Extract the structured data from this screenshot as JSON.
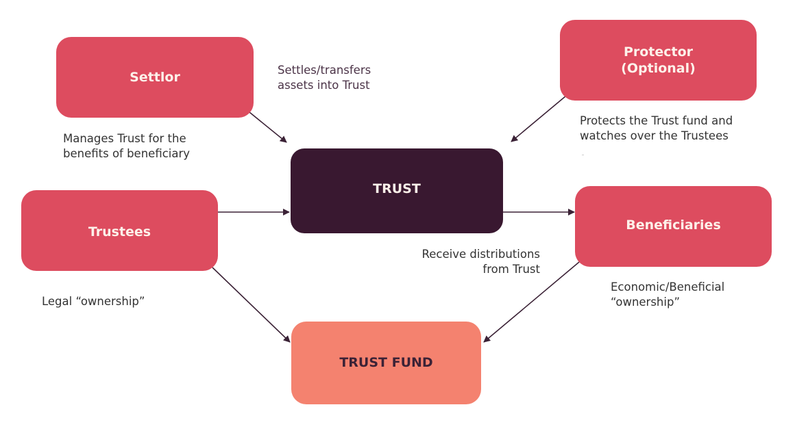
{
  "diagram": {
    "title": "Trust structure",
    "colors": {
      "party_box": "#dd4c5f",
      "trust_box": "#391830",
      "fund_box": "#f4826f",
      "arrow": "#3b2236",
      "box_text_light": "#fdf1ea",
      "box_text_dark": "#3b2236"
    },
    "nodes": {
      "settlor": "Settlor",
      "protector": "Protector\n(Optional)",
      "trust": "TRUST",
      "trustees": "Trustees",
      "beneficiaries": "Beneficiaries",
      "trust_fund": "TRUST FUND"
    },
    "annotations": {
      "settlor_role": "Settles/transfers\nassets into Trust",
      "trustees_role": "Manages Trust for the\nbenefits of beneficiary",
      "protector_role": "Protects the Trust fund and\nwatches over the Trustees",
      "beneficiaries_role": "Receive distributions\nfrom Trust",
      "trustees_ownership": "Legal “ownership”",
      "beneficiaries_ownership": "Economic/Beneficial\n“ownership”"
    },
    "edges": [
      {
        "from": "settlor",
        "to": "trust"
      },
      {
        "from": "protector",
        "to": "trust"
      },
      {
        "from": "trustees",
        "to": "trust"
      },
      {
        "from": "trust",
        "to": "beneficiaries"
      },
      {
        "from": "trustees",
        "to": "trust_fund"
      },
      {
        "from": "beneficiaries",
        "to": "trust_fund"
      }
    ]
  }
}
